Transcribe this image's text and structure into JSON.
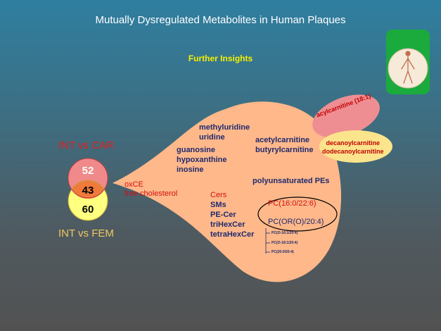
{
  "title": "Mutually Dysregulated Metabolites in Human Plaques",
  "subtitle": "Further Insights",
  "venn": {
    "top_label": "INT vs CAR",
    "bottom_label": "INT vs FEM",
    "top_count": "52",
    "overlap_count": "43",
    "bottom_count": "60"
  },
  "left_group": [
    "oxCE",
    "free cholesterol"
  ],
  "nucleosides_a": [
    "methyluridine",
    "uridine"
  ],
  "nucleosides_b": [
    "guanosine",
    "hypoxanthine",
    "inosine"
  ],
  "carnitines": [
    "acetylcarnitine",
    "butyrylcarnitine"
  ],
  "lipids_red": "Cers",
  "lipids": [
    "SMs",
    "PE-Cer",
    "triHexCer",
    "tetraHexCer"
  ],
  "pufa_label": "polyunsaturated PEs",
  "pc_circled_1": "PC(16:0/22:6)",
  "pc_circled_2": "PC(OR(O)/20:4)",
  "pc_sub": [
    "PC(O-16:1/20:4)",
    "PC(O-18:1/20:4)",
    "PC(20:0/20:4)"
  ],
  "bubble_pink": "acylcarnitine (18:1)",
  "bubble_yellow": [
    "decanoylcarnitine",
    "dodecanoylcarnitine"
  ],
  "colors": {
    "shape": "#ffb88a",
    "venn_top": "#f08a8a",
    "venn_overlap": "#f07a3c",
    "venn_bottom": "#ffff80",
    "bubble_pink": "#ee8e92",
    "bubble_yellow": "#fbe48c",
    "badge": "#1aab3c"
  },
  "icons": {
    "badge": "human-body-icon"
  }
}
